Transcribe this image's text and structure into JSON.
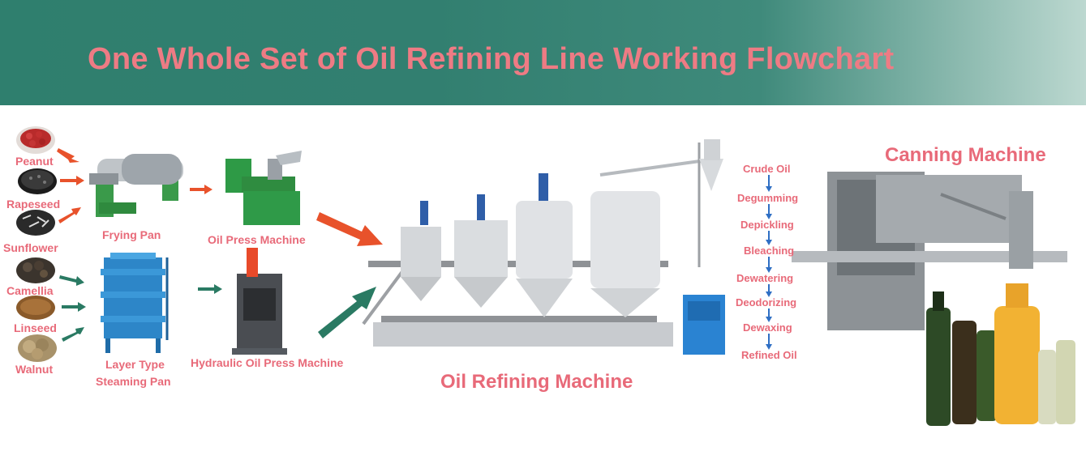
{
  "title": "One Whole Set of Oil Refining Line Working Flowchart",
  "seeds": [
    "Peanut",
    "Rapeseed",
    "Sunflower",
    "Camellia",
    "Linseed",
    "Walnut"
  ],
  "machines": {
    "frying_pan": "Frying Pan",
    "oil_press": "Oil Press Machine",
    "steaming_pan_line1": "Layer Type",
    "steaming_pan_line2": "Steaming Pan",
    "hydraulic_press": "Hydraulic Oil Press Machine",
    "refining": "Oil Refining Machine",
    "canning": "Canning Machine"
  },
  "refining_steps": [
    "Crude Oil",
    "Degumming",
    "Depickling",
    "Bleaching",
    "Dewatering",
    "Deodorizing",
    "Dewaxing",
    "Refined Oil"
  ],
  "colors": {
    "label_pink": "#e86a79",
    "arrow_orange": "#e8522b",
    "arrow_teal": "#2a7a63",
    "step_arrow_blue": "#2f6fc4",
    "banner_teal": "#327f70"
  }
}
